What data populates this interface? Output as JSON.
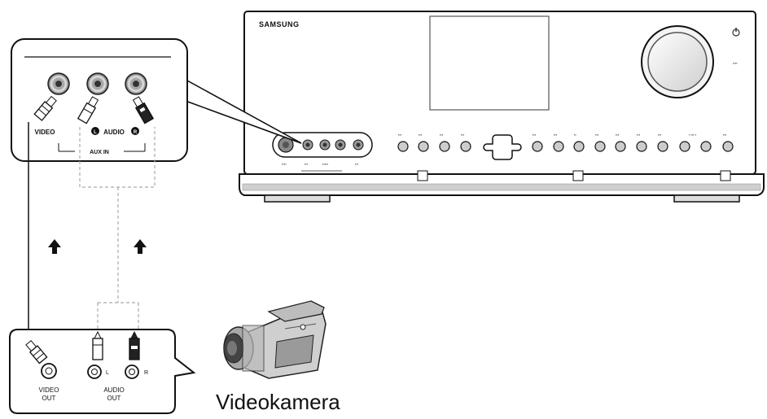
{
  "receiver": {
    "brand": "SAMSUNG",
    "front_labels": [
      "",
      "",
      "",
      "",
      "",
      "",
      "",
      "",
      "",
      "",
      "",
      "",
      "",
      "",
      ""
    ]
  },
  "aux_panel": {
    "video_label": "VIDEO",
    "audio_label": "AUDIO",
    "left_badge": "L",
    "right_badge": "R",
    "aux_in_label": "AUX IN"
  },
  "camera_panel": {
    "video_out_line1": "VIDEO",
    "video_out_line2": "OUT",
    "audio_out_line1": "AUDIO",
    "audio_out_line2": "OUT",
    "left_letter": "L",
    "right_letter": "R"
  },
  "device_label": "Videokamera",
  "colors": {
    "line": "#111111",
    "panel_fill": "#ffffff",
    "dashed": "#aaaaaa",
    "cable_gray": "#888888"
  },
  "icons": [
    "arrow-up-icon",
    "videocamera-icon",
    "power-icon",
    "dpad-icon",
    "rca-plug-icon",
    "rca-jack-icon"
  ]
}
